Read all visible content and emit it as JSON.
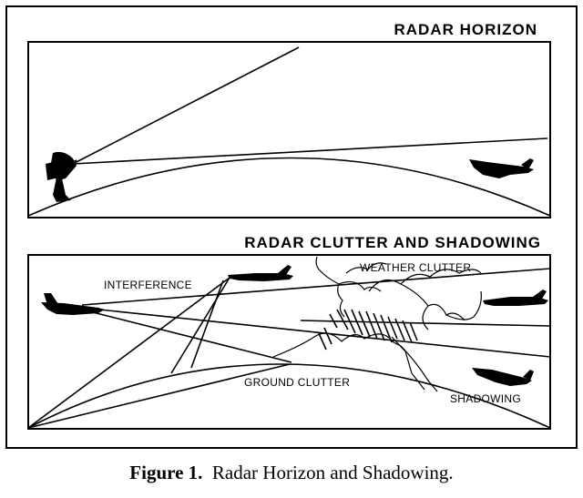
{
  "figure": {
    "top_panel": {
      "title": "RADAR HORIZON"
    },
    "bottom_panel": {
      "title": "RADAR CLUTTER AND SHADOWING",
      "labels": {
        "interference": "INTERFERENCE",
        "weather_clutter": "WEATHER CLUTTER",
        "ground_clutter": "GROUND CLUTTER",
        "shadowing": "SHADOWING"
      }
    },
    "caption": {
      "number": "Figure 1.",
      "text": "Radar Horizon and Shadowing."
    }
  }
}
